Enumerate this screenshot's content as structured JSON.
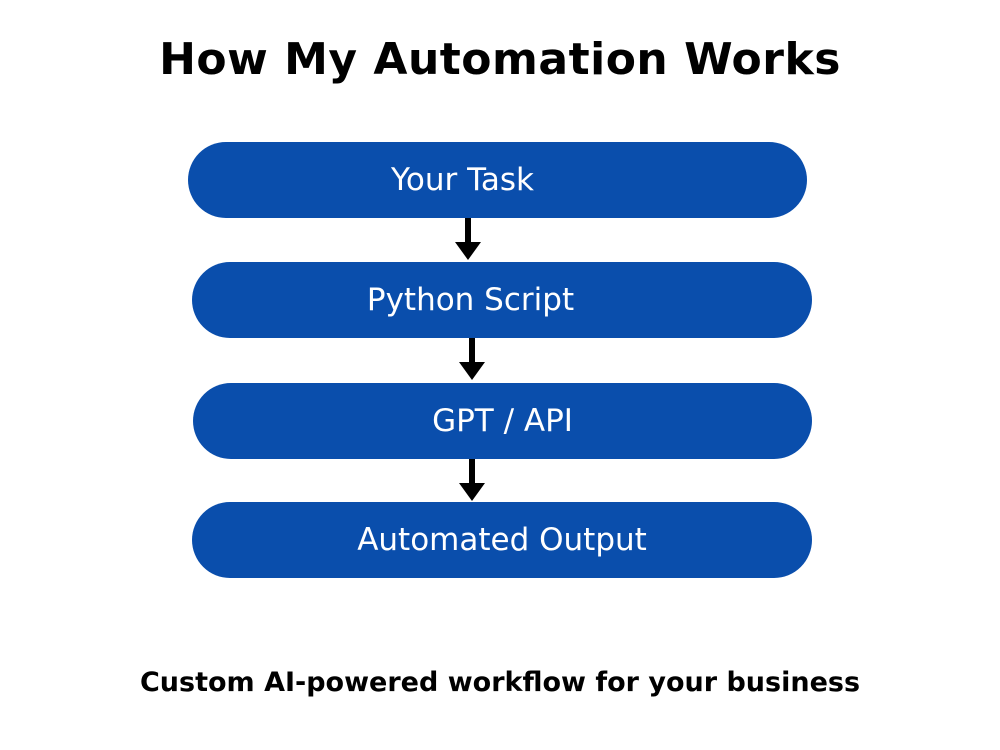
{
  "title": "How My Automation Works",
  "steps": [
    {
      "label": "Your Task"
    },
    {
      "label": "Python Script"
    },
    {
      "label": "GPT / API"
    },
    {
      "label": "Automated Output"
    }
  ],
  "caption": "Custom AI-powered workflow for your business",
  "colors": {
    "box_fill": "#0a4eac",
    "box_text": "#ffffff",
    "arrow": "#000000",
    "text": "#000000",
    "background": "#ffffff"
  }
}
